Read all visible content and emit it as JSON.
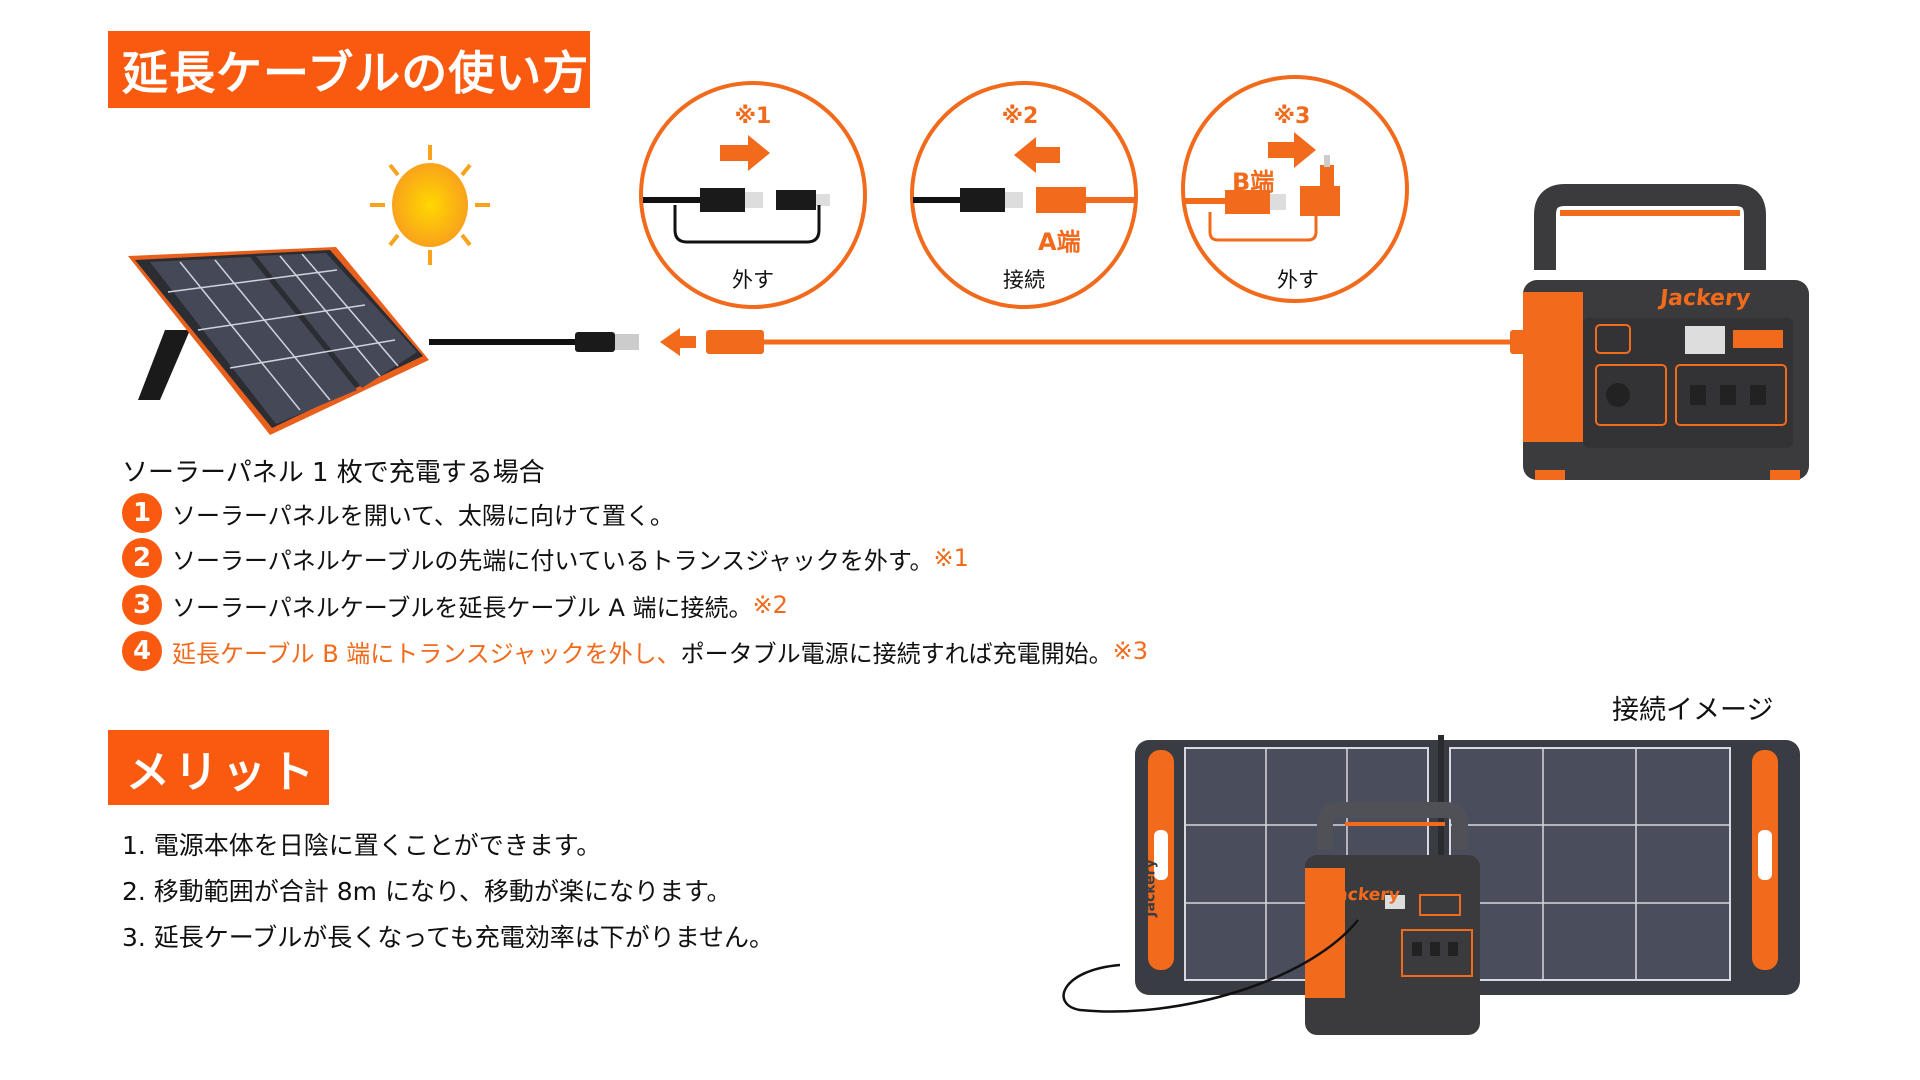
{
  "title": "延長ケーブルの使い方",
  "diagram": {
    "circles": [
      {
        "note": "※1",
        "label": "外す"
      },
      {
        "note": "※2",
        "label": "接続",
        "end_label": "A端"
      },
      {
        "note": "※3",
        "label": "外す",
        "end_label": "B端"
      }
    ],
    "station_brand": "Jackery",
    "panel_brand": "Jackery"
  },
  "instructions": {
    "heading": "ソーラーパネル 1 枚で充電する場合",
    "steps": [
      {
        "num": "1",
        "text": "ソーラーパネルを開いて、太陽に向けて置く。",
        "note": ""
      },
      {
        "num": "2",
        "text": "ソーラーパネルケーブルの先端に付いているトランスジャックを外す。",
        "note": "※1"
      },
      {
        "num": "3",
        "text": "ソーラーパネルケーブルを延長ケーブル A 端に接続。",
        "note": "※2"
      },
      {
        "num": "4",
        "highlight": "延長ケーブル B 端にトランスジャックを外し、",
        "text": "ポータブル電源に接続すれば充電開始。",
        "note": "※3"
      }
    ]
  },
  "merits": {
    "heading": "メリット",
    "items": [
      "1. 電源本体を日陰に置くことができます。",
      "2. 移動範囲が合計 8m になり、移動が楽になります。",
      "3. 延長ケーブルが長くなっても充電効率は下がりません。"
    ]
  },
  "image_label": "接続イメージ",
  "colors": {
    "accent": "#fa5a0f",
    "text": "#111111",
    "panel": "#3a3d48",
    "station": "#3b3b3e"
  }
}
